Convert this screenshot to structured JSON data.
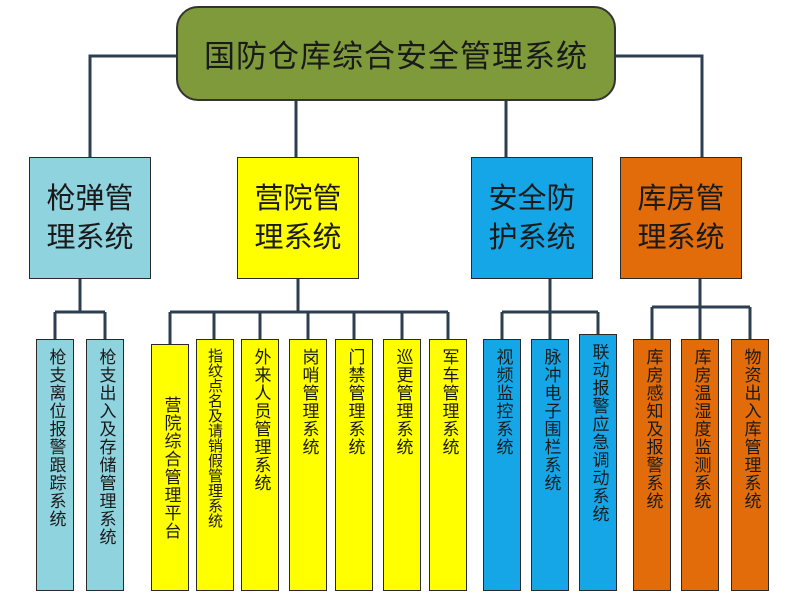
{
  "root": {
    "label": "国防仓库综合安全管理系统"
  },
  "colors": {
    "root": "#7f9a3a",
    "gun": "#8fd3df",
    "camp": "#ffff00",
    "security": "#14a6e6",
    "warehouse": "#e26b0a",
    "line": "#2c3e50"
  },
  "systems": [
    {
      "label": "枪弹管理系统",
      "children": [
        "枪支离位报警跟踪系统",
        "枪支出入及存储管理系统"
      ]
    },
    {
      "label": "营院管理系统",
      "children": [
        "营院综合管理平台",
        "指纹点名及请销假管理系统",
        "外来人员管理系统",
        "岗哨管理系统",
        "门禁管理系统",
        "巡更管理系统",
        "军车管理系统"
      ]
    },
    {
      "label": "安全防护系统",
      "children": [
        "视频监控系统",
        "脉冲电子围栏系统",
        "联动报警应急调动系统"
      ]
    },
    {
      "label": "库房管理系统",
      "children": [
        "库房感知及报警系统",
        "库房温湿度监测系统",
        "物资出入库管理系统"
      ]
    }
  ]
}
